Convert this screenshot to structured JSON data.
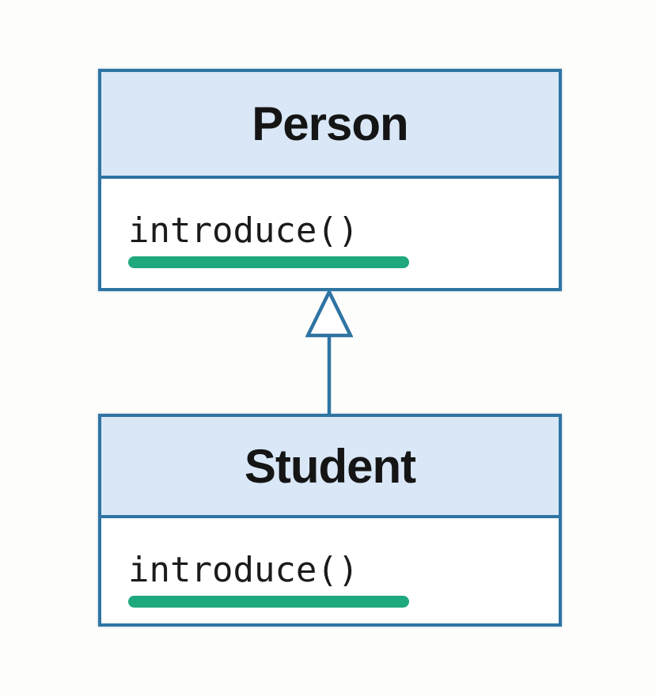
{
  "diagram": {
    "classes": [
      {
        "name": "Person",
        "methods": [
          "introduce()"
        ]
      },
      {
        "name": "Student",
        "methods": [
          "introduce()"
        ]
      }
    ],
    "relationship": {
      "type": "inheritance",
      "from": "Student",
      "to": "Person",
      "arrowhead": "hollow-triangle"
    },
    "colors": {
      "box_border": "#2e74a3",
      "header_fill": "#d9e7f6",
      "body_fill": "#ffffff",
      "underline_green": "#1ea87d",
      "title_text": "#151515",
      "method_text": "#1b1b1b",
      "background": "#fdfdfc"
    }
  }
}
